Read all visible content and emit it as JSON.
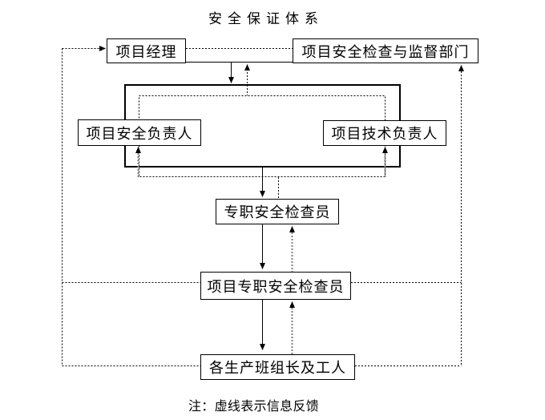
{
  "title": "安全保证体系",
  "note": "注：虚线表示信息反馈",
  "nodes": {
    "project_manager": {
      "label": "项目经理"
    },
    "safety_inspection_dept": {
      "label": "项目安全检查与监督部门"
    },
    "safety_officer": {
      "label": "项目安全负责人"
    },
    "technical_officer": {
      "label": "项目技术负责人"
    },
    "fulltime_inspector": {
      "label": "专职安全检查员"
    },
    "project_fulltime_inspector": {
      "label": "项目专职安全检查员"
    },
    "team_leaders_workers": {
      "label": "各生产班组长及工人"
    }
  },
  "edges": [
    {
      "from": "project_manager",
      "to": "safety_inspection_dept",
      "style": "solid"
    },
    {
      "from": "project_manager",
      "to": "safety_inspection_dept",
      "style": "dotted-feedback"
    },
    {
      "from": "project_manager",
      "to": "officer_group",
      "style": "solid-arrow-down"
    },
    {
      "from": "officer_group",
      "to": "project_manager",
      "style": "dotted-feedback-up"
    },
    {
      "from": "officer_group",
      "to": "safety_officer",
      "style": "dotted-feedback-up"
    },
    {
      "from": "officer_group",
      "to": "technical_officer",
      "style": "dotted-feedback-up"
    },
    {
      "from": "officer_group",
      "to": "fulltime_inspector",
      "style": "solid-arrow-down"
    },
    {
      "from": "fulltime_inspector",
      "to": "officer_group",
      "style": "dotted-feedback-up"
    },
    {
      "from": "fulltime_inspector",
      "to": "project_fulltime_inspector",
      "style": "solid-arrow-down"
    },
    {
      "from": "project_fulltime_inspector",
      "to": "fulltime_inspector",
      "style": "dotted-feedback-up"
    },
    {
      "from": "project_fulltime_inspector",
      "to": "team_leaders_workers",
      "style": "solid-arrow-down"
    },
    {
      "from": "team_leaders_workers",
      "to": "project_fulltime_inspector",
      "style": "dotted-feedback-up"
    },
    {
      "from": "project_fulltime_inspector",
      "to": "project_manager",
      "style": "dotted-feedback-left"
    },
    {
      "from": "project_fulltime_inspector",
      "to": "safety_inspection_dept",
      "style": "dotted-feedback-right"
    },
    {
      "from": "team_leaders_workers",
      "to": "project_manager",
      "style": "dotted-feedback-left"
    },
    {
      "from": "team_leaders_workers",
      "to": "safety_inspection_dept",
      "style": "dotted-feedback-right"
    }
  ],
  "colors": {
    "line": "#000000",
    "feedback_line": "#808080",
    "background": "#ffffff"
  }
}
